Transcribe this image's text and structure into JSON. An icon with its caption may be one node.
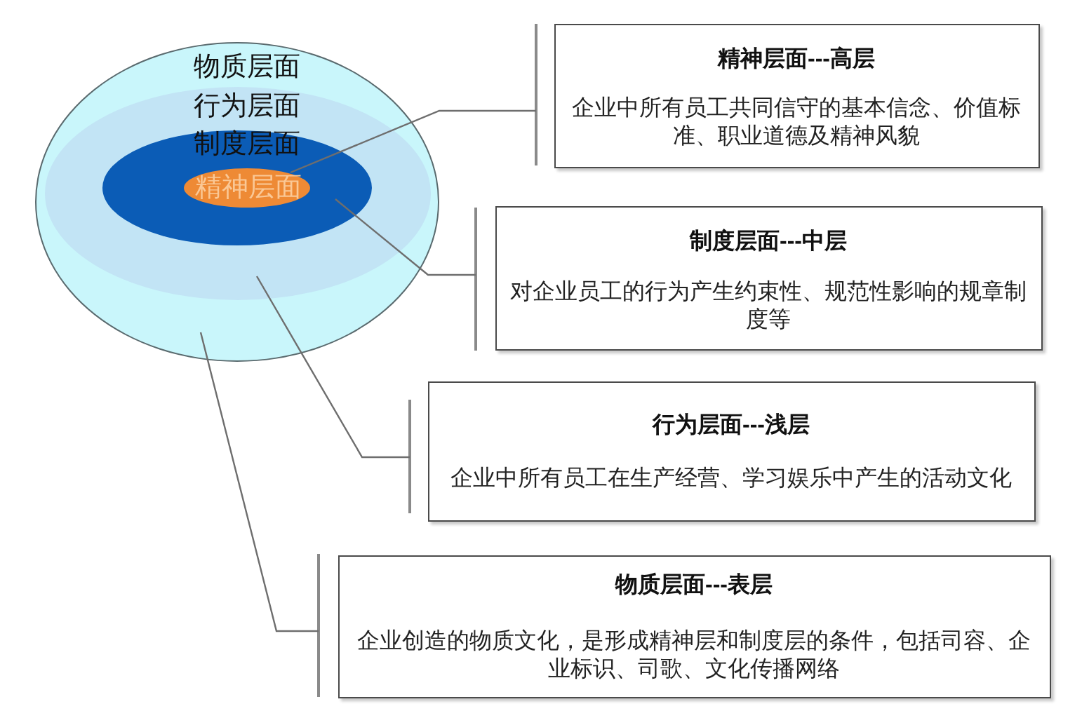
{
  "diagram": {
    "nodes": [
      {
        "text": [
          "物质层面"
        ]
      },
      {
        "text": [
          "行为层面"
        ],
        "in": 0
      },
      {
        "text": [
          "制度层面"
        ],
        "in": 1
      },
      {
        "text": [
          "精神层面"
        ],
        "in": 2
      },
      {
        "text": [
          "精神层面---高层",
          "企业中所有员工共同信守的基本信念、价值标准、职业道德及精神风貌"
        ]
      },
      {
        "text": [
          "制度层面---中层",
          "对企业员工的行为产生约束性、规范性影响的规章制度等"
        ]
      },
      {
        "text": [
          "行为层面---浅层",
          "企业中所有员工在生产经营、学习娱乐中产生的活动文化"
        ]
      },
      {
        "text": [
          "物质层面---表层",
          "企业创造的物质文化，是形成精神层和制度层的条件，包括司容、企业标识、司歌、文化传播网络"
        ]
      }
    ],
    "edges": [
      {
        "from": 3,
        "to": 4,
        "arrow": "none"
      },
      {
        "from": 2,
        "to": 5,
        "arrow": "none"
      },
      {
        "from": 1,
        "to": 6,
        "arrow": "none"
      },
      {
        "from": 0,
        "to": 7,
        "arrow": "none"
      }
    ]
  }
}
